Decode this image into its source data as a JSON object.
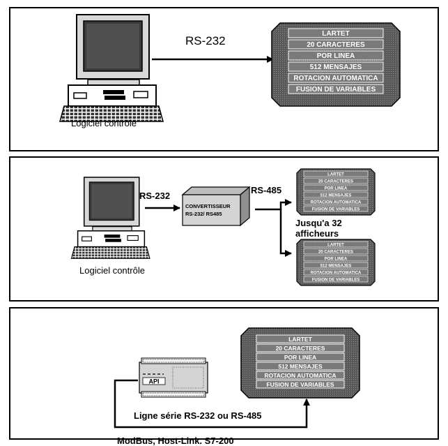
{
  "display_lines": [
    "LARTET",
    "20 CARACTERES",
    "POR LINEA",
    "512 MENSAJES",
    "ROTACION AUTOMATICA",
    "FUSION DE VARIABLES"
  ],
  "panel1": {
    "link_label": "RS-232",
    "computer_caption": "Logiciel contrôle"
  },
  "panel2": {
    "link_label_left": "RS-232",
    "converter_line1": "CONVERTISSEUR",
    "converter_line2": "RS-232/ RS485",
    "link_label_right": "RS-485",
    "displays_caption_1": "Jusqu'a 32",
    "displays_caption_2": "afficheurs",
    "computer_caption": "Logiciel contrôle"
  },
  "panel3": {
    "plc_label": "API",
    "line_label": "Ligne série RS-232 ou RS-485",
    "protocols": "ModBus, Host-Link. S7-200"
  }
}
